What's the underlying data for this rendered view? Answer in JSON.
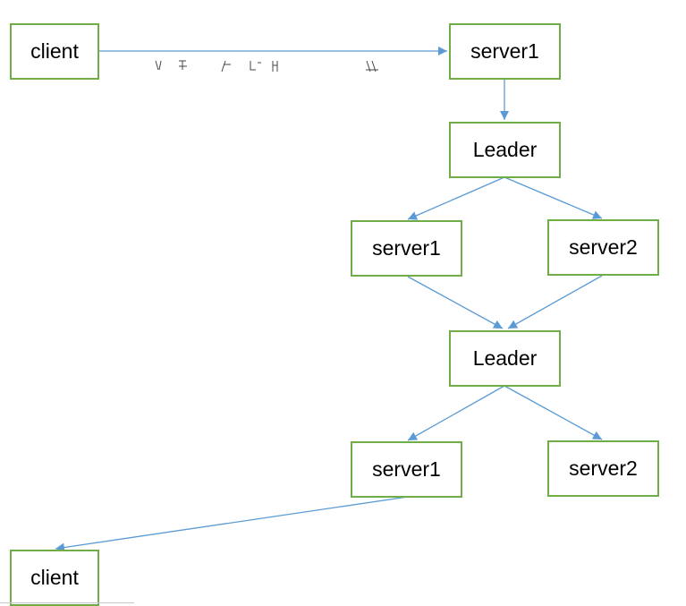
{
  "diagram": {
    "colors": {
      "node_border": "#70ad47",
      "edge": "#5b9bd5",
      "text": "#000000"
    },
    "nodes": {
      "client_top": "client",
      "server1_top": "server1",
      "leader_1": "Leader",
      "server1_mid": "server1",
      "server2_mid": "server2",
      "leader_2": "Leader",
      "server1_bottom": "server1",
      "server2_bottom": "server2",
      "client_bottom": "client"
    },
    "edges": [
      {
        "from": "client_top",
        "to": "server1_top"
      },
      {
        "from": "server1_top",
        "to": "leader_1"
      },
      {
        "from": "leader_1",
        "to": "server1_mid"
      },
      {
        "from": "leader_1",
        "to": "server2_mid"
      },
      {
        "from": "server1_mid",
        "to": "leader_2"
      },
      {
        "from": "server2_mid",
        "to": "leader_2"
      },
      {
        "from": "leader_2",
        "to": "server1_bottom"
      },
      {
        "from": "leader_2",
        "to": "server2_bottom"
      },
      {
        "from": "server1_bottom",
        "to": "client_bottom"
      }
    ]
  }
}
